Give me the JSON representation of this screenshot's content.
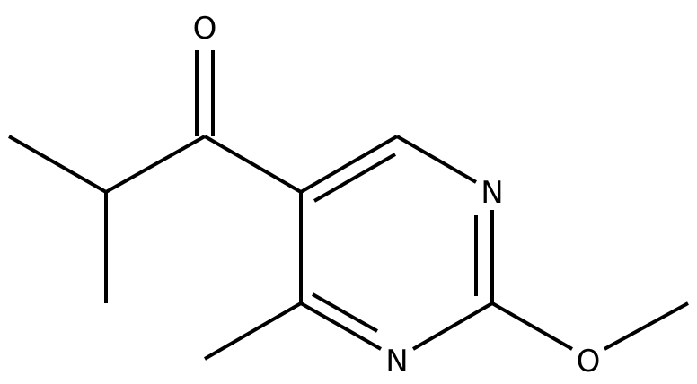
{
  "atoms": {
    "carbonyl_oxygen": "O",
    "ring_nitrogen_upper": "N",
    "ring_nitrogen_lower": "N",
    "methoxy_oxygen": "O"
  },
  "colors": {
    "bond": "#000000",
    "label": "#000000",
    "background": "#ffffff"
  }
}
